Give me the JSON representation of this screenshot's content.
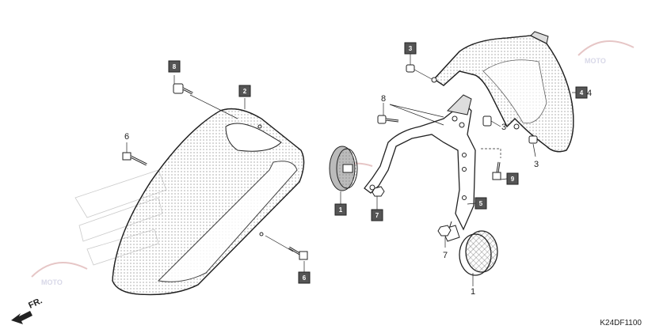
{
  "diagram_code": "K24DF1100",
  "direction_label": "FR.",
  "watermark_text": "MOTO",
  "callouts": {
    "c1_box": "1",
    "c1_plain": "1",
    "c2_box": "2",
    "c3_box": "3",
    "c3_plain_a": "3",
    "c3_plain_b": "3",
    "c4_box": "4",
    "c5_box": "5",
    "c6_plain": "6",
    "c6_box": "6",
    "c7_box": "7",
    "c7_plain": "7",
    "c8_box": "8",
    "c8_plain": "8",
    "c9_box": "9"
  },
  "colors": {
    "line": "#222222",
    "box": "#555555",
    "watermark": "#d8d8e8"
  }
}
